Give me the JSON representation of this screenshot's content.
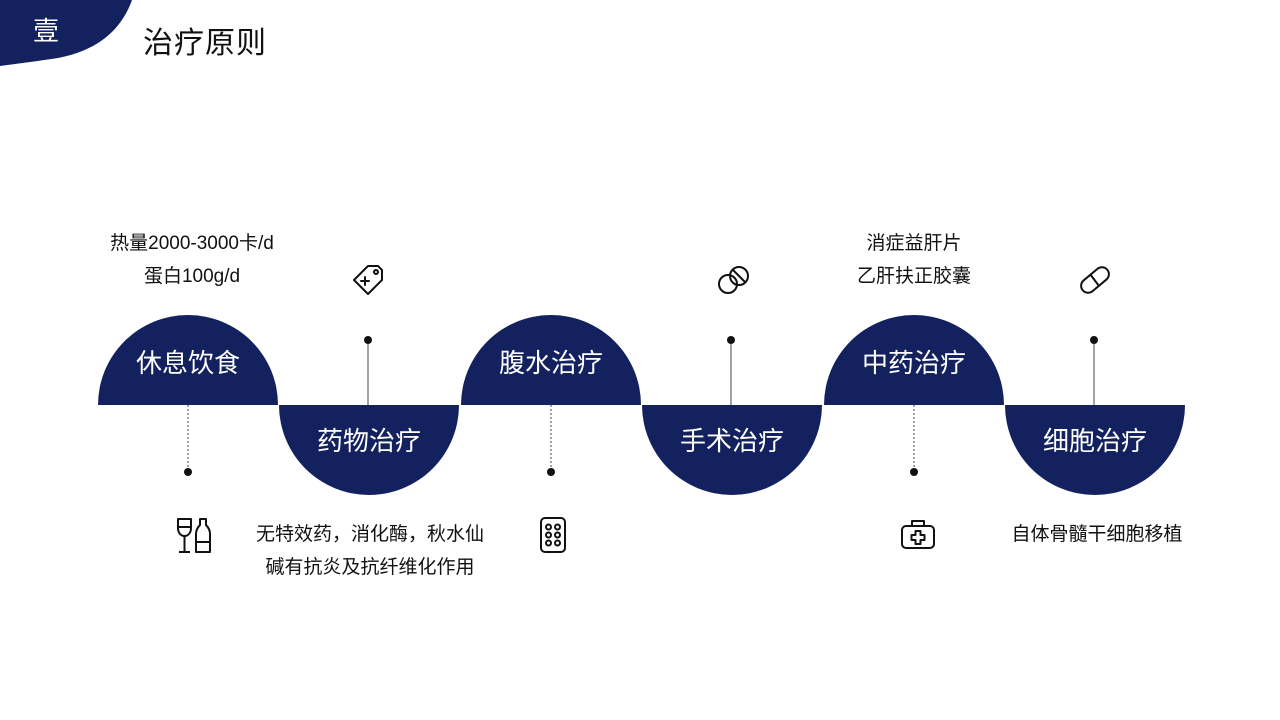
{
  "theme": {
    "accent": "#13215e",
    "text": "#111111",
    "line": "#444444"
  },
  "header": {
    "section_number": "壹",
    "title": "治疗原则"
  },
  "steps": [
    {
      "label": "休息饮食",
      "description": [
        "热量2000-3000卡/d",
        "蛋白100g/d"
      ],
      "icon": ""
    },
    {
      "label": "药物治疗",
      "description": [
        "无特效药，消化酶，秋水仙",
        "碱有抗炎及抗纤维化作用"
      ],
      "icon": "wine-glass-bottle-icon"
    },
    {
      "label": "腹水治疗",
      "description": [],
      "icon": "medicine-tag-icon"
    },
    {
      "label": "手术治疗",
      "description": [],
      "icon": "pill-blister-icon"
    },
    {
      "label": "中药治疗",
      "description": [
        "消症益肝片",
        "乙肝扶正胶囊"
      ],
      "icon": "pills-icon"
    },
    {
      "label": "细胞治疗",
      "description": [
        "自体骨髓干细胞移植"
      ],
      "icon": "first-aid-kit-icon"
    }
  ],
  "extra_icons": [
    "capsule-icon"
  ]
}
